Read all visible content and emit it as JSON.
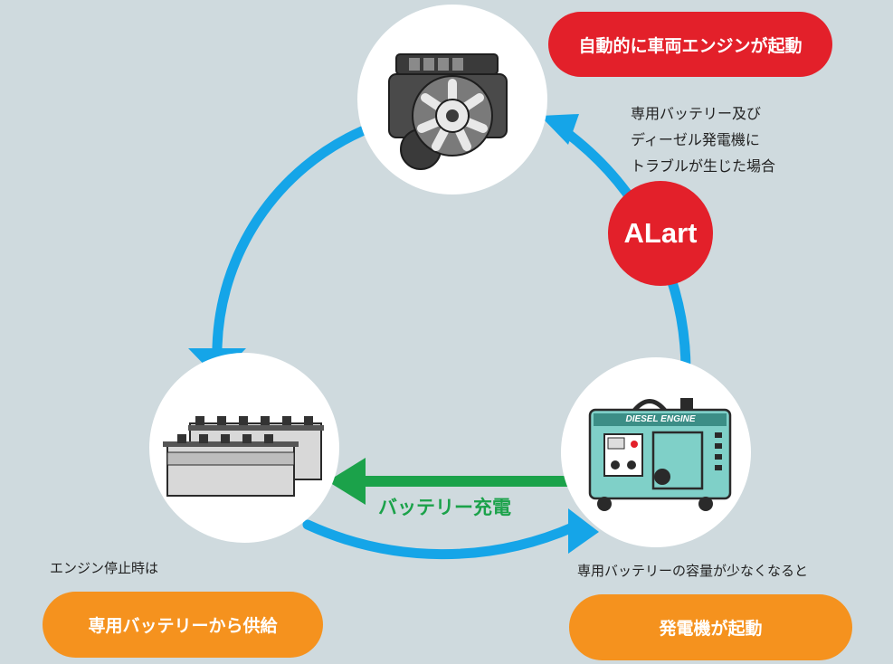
{
  "badges": {
    "engine_start": "自動的に車両エンジンが起動",
    "battery_supply": "専用バッテリーから供給",
    "generator_start": "発電機が起動"
  },
  "notes": {
    "trouble": [
      "専用バッテリー及び",
      "ディーゼル発電機に",
      "トラブルが生じた場合"
    ],
    "engine_stop": "エンジン停止時は",
    "low_capacity": "専用バッテリーの容量が少なくなると"
  },
  "alart": "ALart",
  "charge_label": "バッテリー充電",
  "generator_plate": "DIESEL ENGINE",
  "colors": {
    "background": "#cfdade",
    "cycle_arrow": "#15a5e8",
    "charge_arrow": "#1ba24a",
    "alert_red": "#e3202a",
    "badge_orange": "#f5921e",
    "generator_teal": "#7fd0c8"
  }
}
